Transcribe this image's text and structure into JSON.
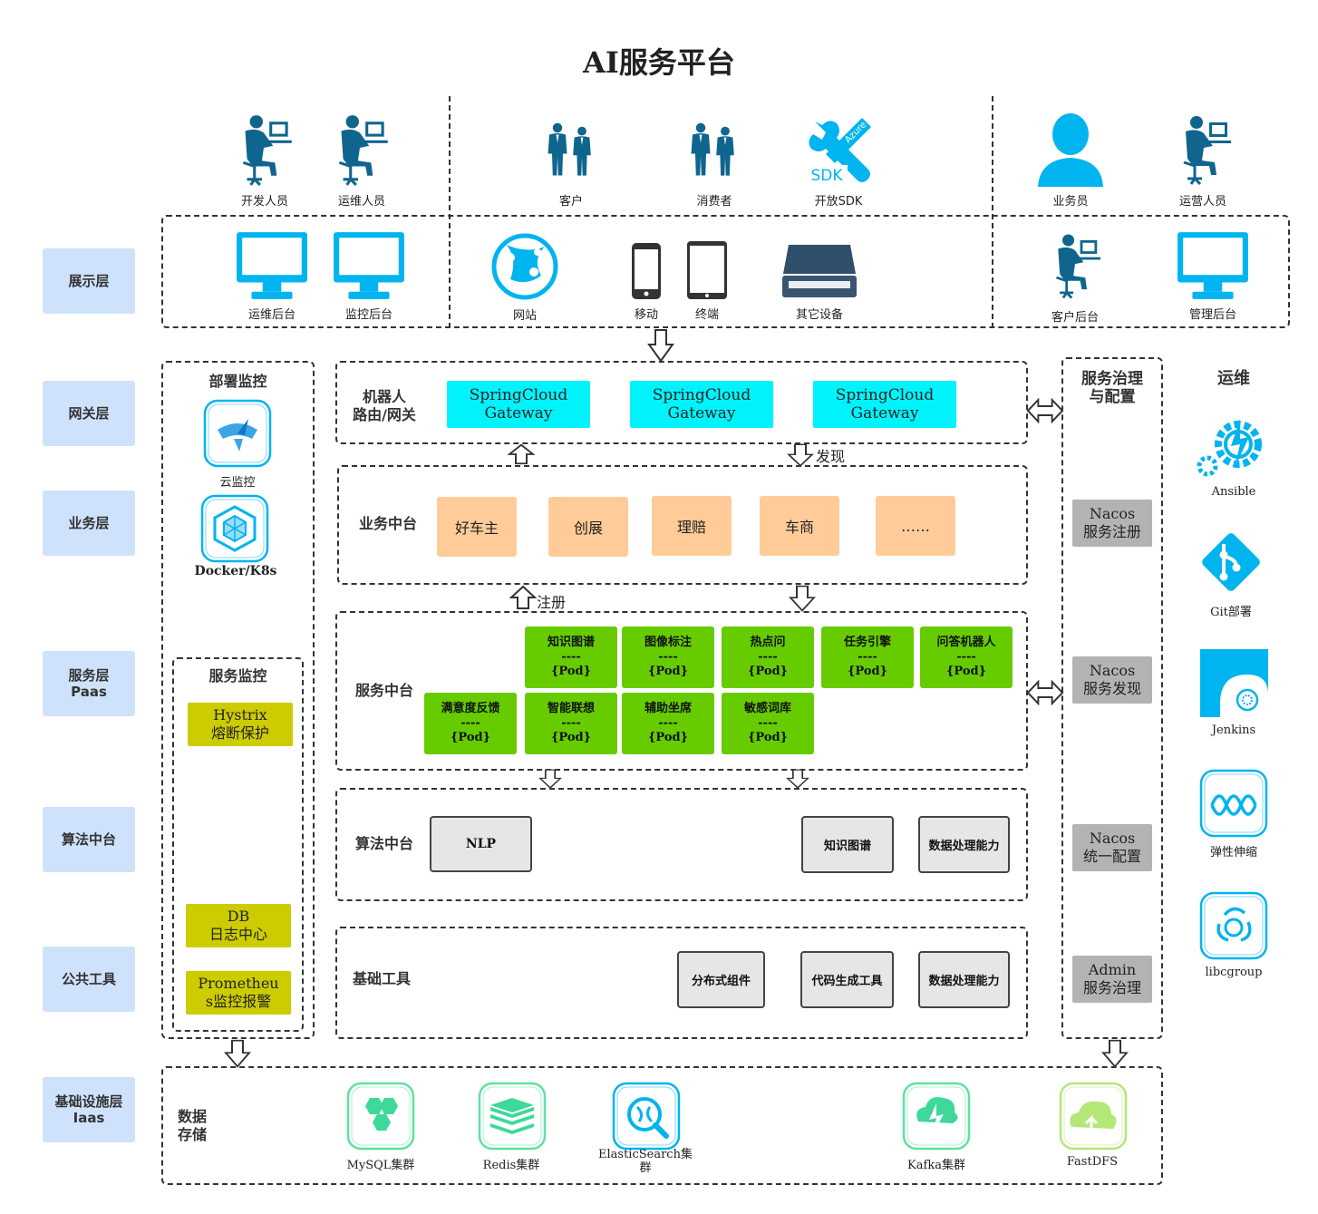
{
  "title": "AI服务平台",
  "layers": [
    "展示层",
    "网关层",
    "业务层",
    "服务层\nPaas",
    "算法中台",
    "公共工具",
    "基础设施层\nIaas"
  ],
  "users": {
    "dev": "开发人员",
    "ops": "运维人员",
    "customer": "客户",
    "consumer": "消费者",
    "sdk": "开放SDK",
    "sdk_badge": "SDK",
    "azure_badge": "Azure",
    "sales": "业务员",
    "operator": "运营人员"
  },
  "presentation": {
    "ops_console": "运维后台",
    "monitor_console": "监控后台",
    "website": "网站",
    "mobile": "移动",
    "terminal": "终端",
    "other_devices": "其它设备",
    "customer_console": "客户后台",
    "admin_console": "管理后台"
  },
  "deploy_monitor": {
    "title": "部署监控",
    "cloud_monitor": "云监控",
    "docker": "Docker/K8s"
  },
  "service_monitor": {
    "title": "服务监控",
    "hystrix": "Hystrix\n熔断保护",
    "db": "DB\n日志中心",
    "prometheus": "Prometheu\ns监控报警"
  },
  "gateway": {
    "label": "机器人\n路由/网关",
    "items": [
      "SpringCloud\nGateway",
      "SpringCloud\nGateway",
      "SpringCloud\nGateway"
    ],
    "discover": "发现"
  },
  "business": {
    "label": "业务中台",
    "items": [
      "好车主",
      "创展",
      "理赔",
      "车商",
      "……"
    ],
    "register": "注册"
  },
  "service": {
    "label": "服务中台",
    "pods_top": [
      "知识图谱\n----\n{Pod}",
      "图像标注\n----\n{Pod}",
      "热点问\n----\n{Pod}",
      "任务引擎\n----\n{Pod}",
      "问答机器人\n----\n{Pod}"
    ],
    "pods_bottom": [
      "满意度反馈\n----\n{Pod}",
      "智能联想\n----\n{Pod}",
      "辅助坐席\n----\n{Pod}",
      "敏感词库\n----\n{Pod}"
    ]
  },
  "algorithm": {
    "label": "算法中台",
    "nlp": "NLP",
    "kg": "知识图谱",
    "data": "数据处理能力"
  },
  "tools": {
    "label": "基础工具",
    "distributed": "分布式组件",
    "codegen": "代码生成工具",
    "data": "数据处理能力"
  },
  "governance": {
    "title": "服务治理\n与配置",
    "items": [
      "Nacos\n服务注册",
      "Nacos\n服务发现",
      "Nacos\n统一配置",
      "Admin\n服务治理"
    ]
  },
  "ops": {
    "title": "运维",
    "ansible": "Ansible",
    "git": "Git部署",
    "jenkins": "Jenkins",
    "elastic": "弹性伸缩",
    "libcgroup": "libcgroup"
  },
  "storage": {
    "label": "数据\n存储",
    "mysql": "MySQL集群",
    "redis": "Redis集群",
    "es": "ElasticSearch集\n群",
    "kafka": "Kafka集群",
    "fastdfs": "FastDFS"
  },
  "colors": {
    "accent_blue": "#00b4ef",
    "person_blue": "#10658e",
    "layer_label": "#cfe2fb",
    "gateway": "#00f3fb",
    "business": "#ffcc99",
    "pod": "#66cc00",
    "nacos": "#b3b3b3",
    "monitor_yellow": "#cccc00",
    "store_green": "#5ee2a0",
    "fastdfs_green": "#b3e878"
  }
}
